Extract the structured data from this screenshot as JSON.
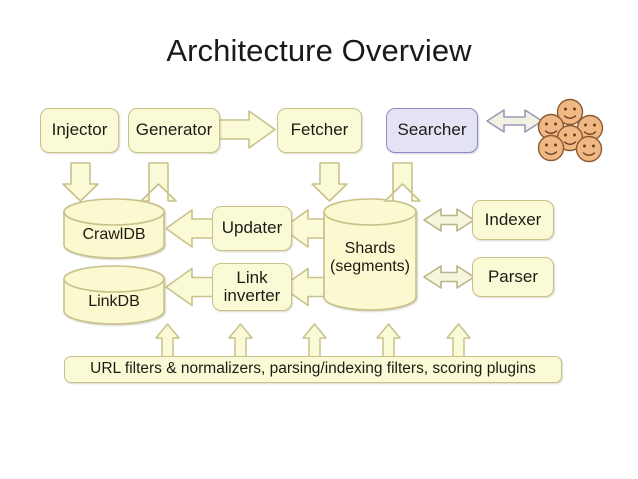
{
  "page": {
    "title": "Architecture Overview",
    "background_color": "#ffffff"
  },
  "palette": {
    "box_fill": "#fbfad6",
    "box_border": "#c9c18b",
    "searcher_fill": "#e4e3f4",
    "searcher_border": "#8d8dc4",
    "arrow_fill": "#fbfad6",
    "arrow_border": "#c9c18b",
    "double_arrow_fill": "#f7f6dd",
    "double_arrow_border": "#b9b389",
    "cylinder_fill": "#fbf9cf",
    "cylinder_border": "#c9c18b",
    "smiley_fill": "#f0b884",
    "smiley_border": "#8a5a33",
    "text_color": "#1f1a14"
  },
  "diagram": {
    "type": "architecture-block-diagram",
    "nodes": {
      "injector": {
        "label": "Injector",
        "shape": "rounded-box"
      },
      "generator": {
        "label": "Generator",
        "shape": "rounded-box"
      },
      "fetcher": {
        "label": "Fetcher",
        "shape": "rounded-box"
      },
      "searcher": {
        "label": "Searcher",
        "shape": "rounded-box",
        "accent": "lavender"
      },
      "users": {
        "label": "users",
        "shape": "smiley-cluster",
        "count": 6
      },
      "crawldb": {
        "label": "CrawlDB",
        "shape": "cylinder"
      },
      "updater": {
        "label": "Updater",
        "shape": "rounded-box"
      },
      "shards": {
        "label_line1": "Shards",
        "label_line2": "(segments)",
        "shape": "cylinder"
      },
      "indexer": {
        "label": "Indexer",
        "shape": "rounded-box"
      },
      "parser": {
        "label": "Parser",
        "shape": "rounded-box"
      },
      "linkdb": {
        "label": "LinkDB",
        "shape": "cylinder"
      },
      "link_inverter": {
        "label_line1": "Link",
        "label_line2": "inverter",
        "shape": "rounded-box"
      },
      "plugins_bar": {
        "label": "URL filters & normalizers, parsing/indexing filters, scoring plugins",
        "shape": "rounded-bar"
      }
    },
    "edges": [
      {
        "from": "generator",
        "to": "fetcher",
        "direction": "right"
      },
      {
        "from": "searcher",
        "to": "users",
        "direction": "bidirectional"
      },
      {
        "from": "injector",
        "to": "crawldb",
        "direction": "down"
      },
      {
        "from": "crawldb",
        "to": "generator",
        "direction": "up"
      },
      {
        "from": "fetcher",
        "to": "shards",
        "direction": "down"
      },
      {
        "from": "shards",
        "to": "searcher",
        "direction": "up"
      },
      {
        "from": "updater",
        "to": "crawldb",
        "direction": "left"
      },
      {
        "from": "shards",
        "to": "updater",
        "direction": "left"
      },
      {
        "from": "link_inverter",
        "to": "linkdb",
        "direction": "left"
      },
      {
        "from": "shards",
        "to": "link_inverter",
        "direction": "left"
      },
      {
        "from": "shards",
        "to": "indexer",
        "direction": "bidirectional"
      },
      {
        "from": "shards",
        "to": "parser",
        "direction": "bidirectional"
      },
      {
        "from": "plugins_bar",
        "to": "pipeline",
        "direction": "up",
        "count": 5
      }
    ]
  }
}
